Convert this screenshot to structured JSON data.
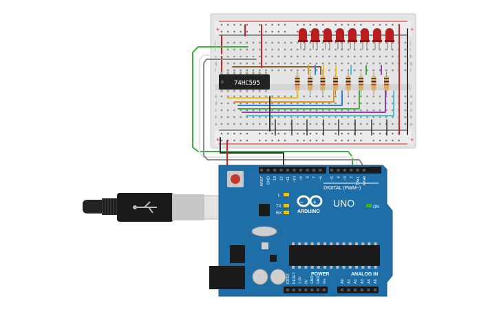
{
  "chip": {
    "label": "74HC595"
  },
  "arduino": {
    "brand": "ARDUINO",
    "model": "UNO",
    "on_label": "ON",
    "digital_label": "DIGITAL (PWM~)",
    "power_label": "POWER",
    "analog_label": "ANALOG IN",
    "led_labels": [
      "L",
      "TX",
      "RX"
    ],
    "digital_pins": [
      "AREF",
      "GND",
      "13",
      "12",
      "~11",
      "~10",
      "~9",
      "8",
      "7",
      "~6",
      "~5",
      "4",
      "~3",
      "2",
      "TX▸1",
      "RX◂0"
    ],
    "power_pins": [
      "IOREF",
      "RESET",
      "3.3V",
      "5V",
      "GND",
      "GND",
      "Vin"
    ],
    "analog_pins": [
      "A0",
      "A1",
      "A2",
      "A3",
      "A4",
      "A5"
    ]
  },
  "breadboard": {
    "row_letters_top": [
      "j",
      "i",
      "h",
      "g",
      "f"
    ],
    "row_letters_bottom": [
      "e",
      "d",
      "c",
      "b",
      "a"
    ],
    "rail_plus": "+",
    "rail_minus": "-"
  },
  "colors": {
    "led_red": "#b81e1e",
    "wire_green": "#3fae3f",
    "wire_red": "#d42020",
    "wire_black": "#333333",
    "wire_gray": "#8a8a8a",
    "wire_yellow": "#e8c21a",
    "wire_blue": "#2e7fd6",
    "wire_purple": "#8e3fb8",
    "wire_cyan": "#4cc3d9",
    "wire_orange": "#e8901a",
    "wire_brown": "#8a5a2b",
    "board_blue": "#1e6ea8"
  },
  "counts": {
    "leds": 8,
    "resistors": 8
  },
  "icons": [
    "usb-cable-icon",
    "arduino-logo-icon",
    "reset-button-icon"
  ]
}
